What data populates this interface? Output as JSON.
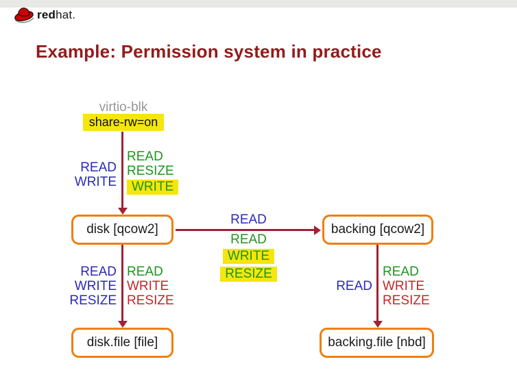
{
  "header": {
    "logo": {
      "bold": "red",
      "regular": "hat",
      "dot": "."
    },
    "title": "Example: Permission system in practice"
  },
  "colors": {
    "title_red": "#921c1c",
    "arrow_maroon": "#9e2335",
    "node_border_orange": "#ee7f10",
    "highlight_yellow": "#f5e60d",
    "perm_blue": "#2a2ab8",
    "perm_green": "#1e941e",
    "perm_red": "#c02828",
    "muted_gray": "#979797",
    "top_bar_gray": "#e8e8e6",
    "logo_red": "#cc0000"
  },
  "diagram": {
    "virtio_label": "virtio-blk",
    "share_option": "share-rw=on",
    "nodes": {
      "disk": "disk [qcow2]",
      "backing": "backing [qcow2]",
      "disk_file": "disk.file [file]",
      "backing_file": "backing.file [nbd]"
    },
    "edges": {
      "virtio_to_disk": {
        "left": [
          {
            "text": "READ",
            "color": "blue"
          },
          {
            "text": "WRITE",
            "color": "blue"
          }
        ],
        "right": [
          {
            "text": "READ",
            "color": "green"
          },
          {
            "text": "RESIZE",
            "color": "green"
          },
          {
            "text": "WRITE",
            "color": "green",
            "highlight": true
          }
        ]
      },
      "disk_to_backing": {
        "above": [
          {
            "text": "READ",
            "color": "blue"
          }
        ],
        "below": [
          {
            "text": "READ",
            "color": "green"
          },
          {
            "text": "WRITE",
            "color": "green",
            "highlight": true
          },
          {
            "text": "RESIZE",
            "color": "green",
            "highlight": true
          }
        ]
      },
      "disk_to_disk_file": {
        "left": [
          {
            "text": "READ",
            "color": "blue"
          },
          {
            "text": "WRITE",
            "color": "blue"
          },
          {
            "text": "RESIZE",
            "color": "blue"
          }
        ],
        "right": [
          {
            "text": "READ",
            "color": "green"
          },
          {
            "text": "WRITE",
            "color": "red"
          },
          {
            "text": "RESIZE",
            "color": "red"
          }
        ]
      },
      "backing_to_backing_file": {
        "left": [
          {
            "text": "READ",
            "color": "blue"
          }
        ],
        "right": [
          {
            "text": "READ",
            "color": "green"
          },
          {
            "text": "WRITE",
            "color": "red"
          },
          {
            "text": "RESIZE",
            "color": "red"
          }
        ]
      }
    }
  }
}
